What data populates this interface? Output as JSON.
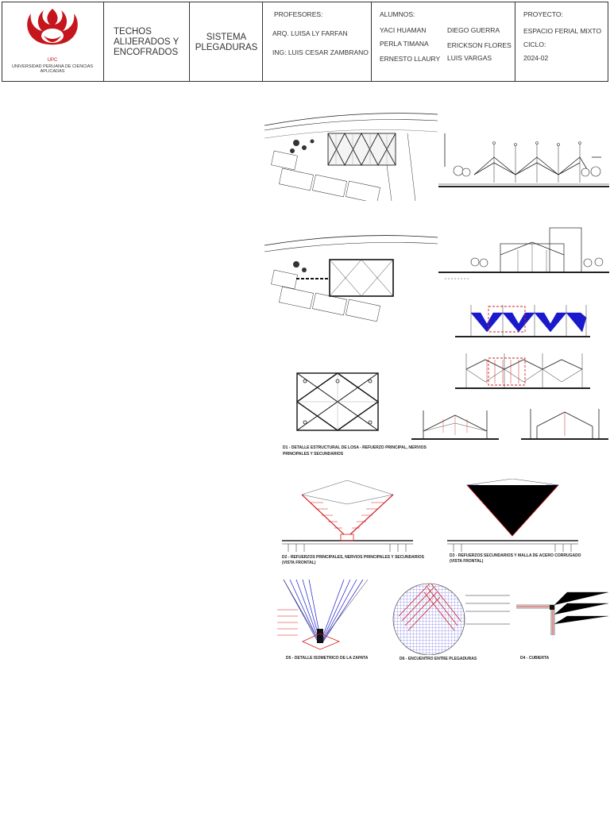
{
  "header": {
    "university": "UNIVERSIDAD PERUANA DE CIENCIAS APLICADAS",
    "logo_abbrev": "UPC",
    "course_title": "TECHOS ALIJERADOS Y ENCOFRADOS",
    "system_title": "SISTEMA PLEGADURAS",
    "professors_label": "PROFESORES:",
    "professors": [
      "ARQ. LUISA LY FARFAN",
      "ING: LUIS CESAR ZAMBRANO"
    ],
    "students_label": "ALUMNOS:",
    "students": [
      "YACI HUAMAN",
      "DIEGO GUERRA",
      "PERLA TIMANA",
      "ERICKSON FLORES",
      "ERNESTO LLAURY",
      "LUIS VARGAS"
    ],
    "project_label": "PROYECTO:",
    "project_name": "ESPACIO FERIAL MIXTO",
    "cycle_label": "CICLO:",
    "cycle_value": "2024-02"
  },
  "details": {
    "d1_line1": "D1 - DETALLE ESTRUCTURAL DE LOSA - REFUERZO PRINCIPAL, NERVIOS",
    "d1_line2": "PRINCIPALES Y SECUNDARIOS",
    "d2_line1": "D2 - REFUERZOS PRINCIPALES, NERVIOS PRINCIPALES Y SECUNDARIOS",
    "d2_line2": "(VISTA FRONTAL)",
    "d3_line1": "D3 - REFUERZOS SECUNDARIOS Y MALLA DE ACERO CORRUGADO",
    "d3_line2": "(VISTA FRONTAL)",
    "d5": "D5 - DETALLE ISOMETRICO DE LA ZAPATA",
    "d6": "D6 - ENCUENTRO ENTRE PLEGADURAS",
    "d4": "D4 - CUBIERTA"
  },
  "colors": {
    "brand_red": "#c4161c",
    "rebar_blue": "#1a1acc",
    "annotation_red": "#d21f1f",
    "line": "#222222"
  }
}
